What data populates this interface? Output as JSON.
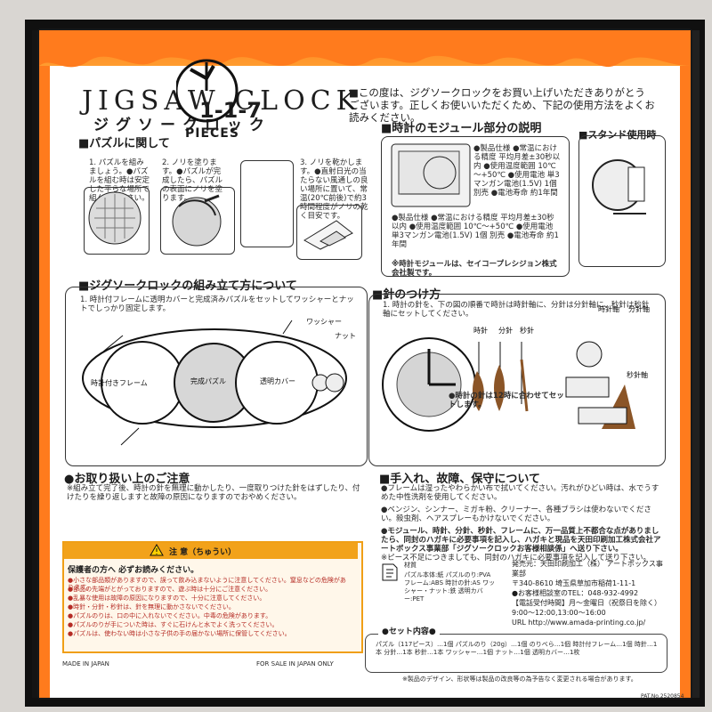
{
  "header": {
    "title": "JIGSAW CLOCK",
    "subtitle": "ジグソークロック",
    "count": "1-1-7",
    "pieces": "PIECES",
    "intro": "■この度は、ジグソークロックをお買い上げいただきありがとうございます。正しくお使いいただくため、下記の使用方法をよくお読みください。"
  },
  "sections": {
    "puzzle_title": "■パズルに関して",
    "module_title": "■時計のモジュール部分の説明",
    "stand_title": "■スタンド使用時",
    "assembly_title": "■ジグソークロックの組み立て方について",
    "hands_title": "■針のつけ方",
    "handling_title": "●お取り扱い上のご注意",
    "maintenance_title": "■手入れ、故障、保守について"
  },
  "texts": {
    "puzzle_1": "1. パズルを組みましょう。●パズルを組む時は安定した平らな場所で組んでください。",
    "puzzle_2": "2. ノリを塗ります。●パズルが完成したら、パズルの表面にノリを塗ります。",
    "puzzle_3": "3. ノリを乾かします。●直射日光の当たらない風通しの良い場所に置いて、常温(20℃前後)で約3時間程度がノリの乾く目安です。",
    "module_specs": "●製品仕様  ●常温における精度 平均月差±30秒以内  ●使用温度範囲 10℃～+50℃  ●使用電池 単3マンガン電池(1.5V) 1個 別売  ●電池寿命 約1年間",
    "module_note": "※時計モジュールは、セイコープレシジョン株式会社製です。",
    "assembly_1": "1. 時計付フレームに透明カバーと完成済みパズルをセットしてワッシャーとナットでしっかり固定します。",
    "hands_1": "1. 時計の針を、下の図の順番で時計は時針軸に、分針は分針軸に、秒針は秒針軸にセットしてください。",
    "hands_note": "●時計の針は12時に合わせてセットします。",
    "handling_1": "※組み立て完了後、時計の針を無理に動かしたり、一度取りつけた針をはずしたり、付けたりを繰り返しますと故障の原因になりますのでおやめください。",
    "maintenance_1": "●フレームは湿ったやわらかい布で拭いてください。汚れがひどい時は、水でうすめた中性洗剤を使用してください。",
    "maintenance_2": "●ベンジン、シンナー、ミガキ粉、クリーナー、各種ブラシは使わないでください。殺虫剤、ヘアスプレーもかけないでください。",
    "maintenance_3": "●モジュール、時針、分針、秒針、フレームに、万一品質上不都合な点がありましたら、同封のハガキに必要事項を記入し、ハガキと現品を天田印刷加工株式会社アートボックス事業部「ジグソークロックお客様相談係」へ送り下さい。",
    "maintenance_4": "※ピース不足につきましても、同封のハガキに必要事項を記入して送り下さい。"
  },
  "labels": {
    "frame": "時計付きフレーム",
    "puzzle": "完成パズル",
    "cover": "透明カバー",
    "washer": "ワッシャー",
    "nut": "ナット",
    "hour": "時針",
    "minute": "分針",
    "second": "秒針",
    "hour_axis": "時針軸",
    "minute_axis": "分針軸",
    "second_axis": "秒針軸"
  },
  "warning": {
    "title": "注 意（ちゅうい）",
    "subtitle": "保護者の方へ 必ずお読みください。",
    "items": [
      "●小さな部品類がありますので、誤って飲み込まないように注意してください。窒息などの危険があります。",
      "●部品の先端がとがっておりますので、遊ぶ時は十分にご注意ください。",
      "●乱暴な使用は故障の原因になりますので、十分に注意してください。",
      "●時針・分針・秒針は、針を無理に動かさないでください。",
      "●パズルのりは、口の中に入れないでください。中毒の危険があります。",
      "●パズルのりが手についた時は、すぐに石けんと水でよく洗ってください。",
      "●パズルは、使わない時は小さな子供の手の届かない場所に保管してください。"
    ]
  },
  "materials": {
    "title": "材質",
    "body": "パズル本体:紙  パズルのり:PVA  フレーム:ABS  時計の針:AS  ワッシャー・ナット:鉄  透明カバー:PET"
  },
  "contact": {
    "publisher": "発売元：天田印刷加工（株） アートボックス事業部",
    "address": "〒340-8610 埼玉県草加市稲荷1-11-1",
    "phone": "●お客様相談室のTEL：048-932-4992",
    "hours": "【電話受付時間】月～金曜日（祝祭日を除く）9:00～12:00,13:00～16:00",
    "url": "URL http://www.amada-printing.co.jp/"
  },
  "set_contents": {
    "title": "●セット内容●",
    "body": "パズル（117ピース）…1個 パズルのり（20g）…1個 のりべら…1個 時計付フレーム…1個 時針…1本 分針…1本 秒針…1本 ワッシャー…1個 ナット…1個 透明カバー…1枚"
  },
  "footer": {
    "made_in": "MADE IN JAPAN",
    "sale": "FOR SALE IN JAPAN ONLY",
    "notice": "※製品のデザイン、形状等は製品の改良等の為予告なく変更される場合があります。",
    "patent": "PAT.No.2520854"
  },
  "icons": {
    "paper": "paper-icon",
    "clock": "clock-icon",
    "warning": "warning-icon"
  },
  "colors": {
    "orange": "#ff8a22",
    "warning": "#f2a21a",
    "red": "#b52b24"
  }
}
